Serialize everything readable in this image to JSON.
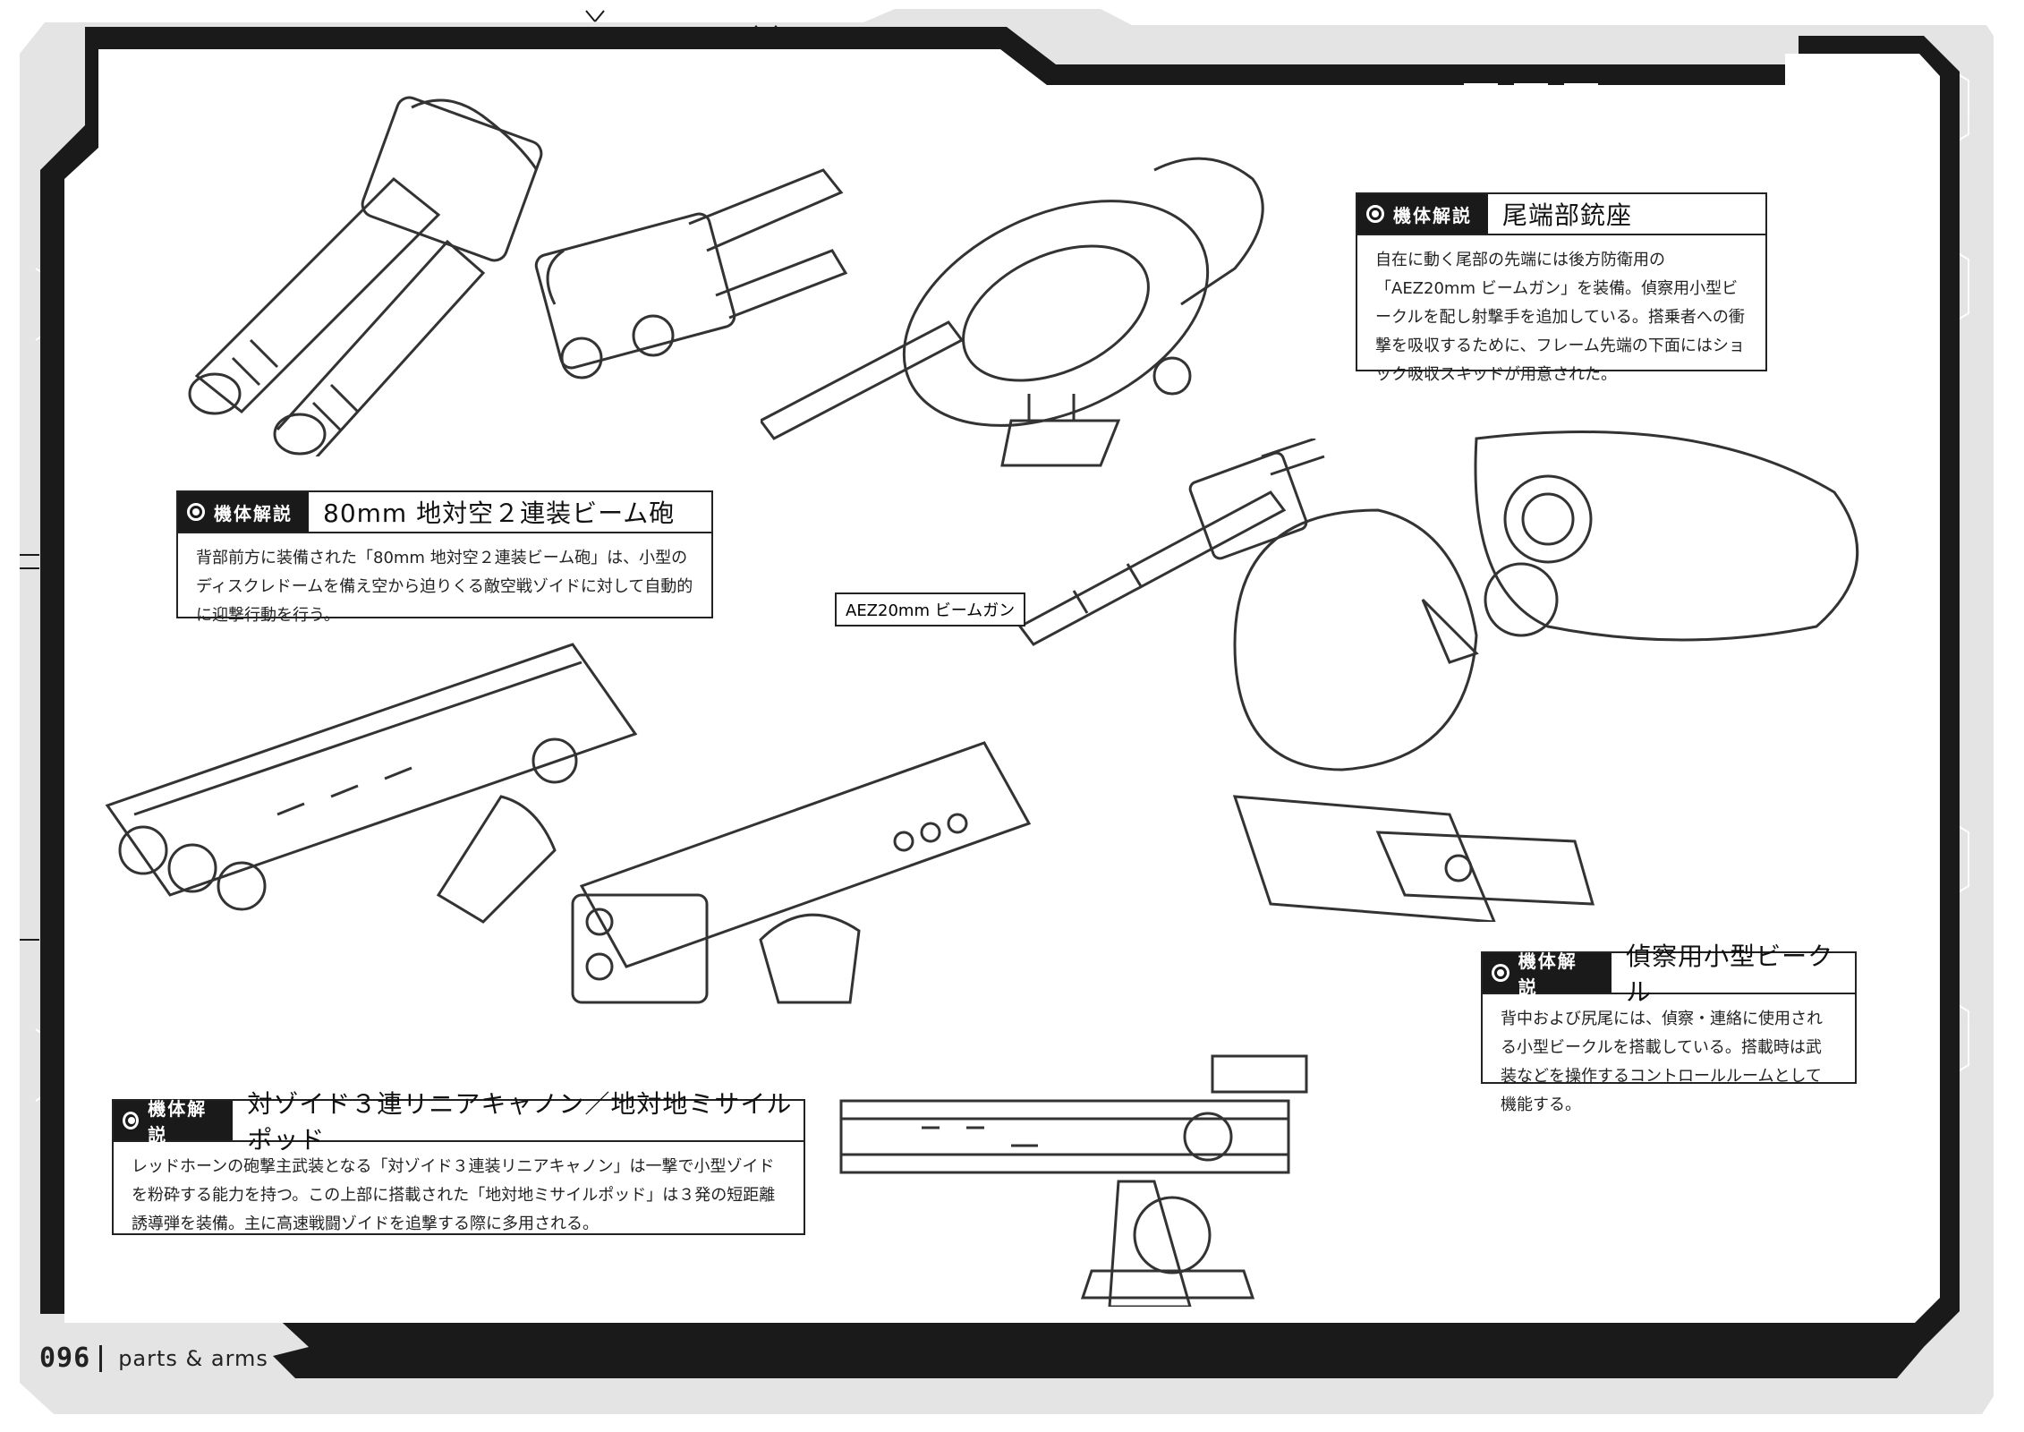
{
  "page": {
    "number": "096",
    "section": "parts & arms"
  },
  "tag_label": "機体解説",
  "boxes": [
    {
      "title": "80mm 地対空２連装ビーム砲",
      "body": "背部前方に装備された「80mm 地対空２連装ビーム砲」は、小型のディスクレドームを備え空から迫りくる敵空戦ゾイドに対して自動的に迎撃行動を行う。"
    },
    {
      "title": "尾端部銃座",
      "body": "自在に動く尾部の先端には後方防衛用の「AEZ20mm ビームガン」を装備。偵察用小型ビークルを配し射撃手を追加している。搭乗者への衝撃を吸収するために、フレーム先端の下面にはショック吸収スキッドが用意された。"
    },
    {
      "title": "偵察用小型ビークル",
      "body": "背中および尻尾には、偵察・連絡に使用される小型ビークルを搭載している。搭載時は武装などを操作するコントロールルームとして機能する。"
    },
    {
      "title": "対ゾイド３連リニアキャノン／地対地ミサイルポッド",
      "body": "レッドホーンの砲撃主武装となる「対ゾイド３連装リニアキャノン」は一撃で小型ゾイドを粉砕する能力を持つ。この上部に搭載された「地対地ミサイルポッド」は３発の短距離誘導弾を装備。主に高速戦闘ゾイドを追撃する際に多用される。"
    }
  ],
  "callout": "AEZ20mm ビームガン",
  "colors": {
    "frame": "#1a1a1a",
    "frame_gray": "#e4e4e4",
    "paper": "#ffffff",
    "ink": "#222222"
  }
}
